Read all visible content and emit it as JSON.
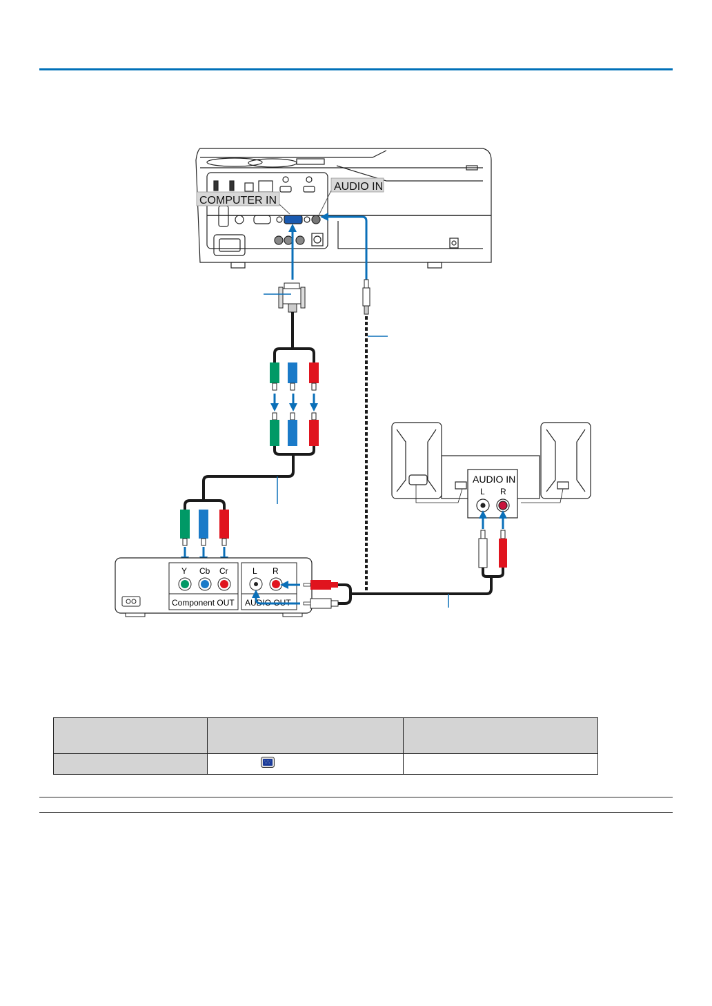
{
  "page": {
    "accent_color": "#0070b8"
  },
  "diagram": {
    "projector": {
      "callouts": {
        "computer_in": "COMPUTER IN",
        "audio_in": "AUDIO IN"
      }
    },
    "dvd_player": {
      "component_group_label": "Component OUT",
      "component_ports": [
        "Y",
        "Cb",
        "Cr"
      ],
      "audio_group_label": "AUDIO OUT",
      "audio_ports": [
        "L",
        "R"
      ]
    },
    "speakers": {
      "panel_label": "AUDIO IN",
      "ports": [
        "L",
        "R"
      ]
    },
    "colors": {
      "green": "#009966",
      "blue": "#1a7ac8",
      "red": "#e0141e",
      "arrow": "#0a6fb8",
      "cable": "#1a1a1a"
    }
  },
  "table": {
    "header": [
      "",
      "",
      ""
    ],
    "rows": [
      {
        "cells": [
          "",
          "",
          ""
        ],
        "icon": "vga-port-icon"
      }
    ]
  }
}
